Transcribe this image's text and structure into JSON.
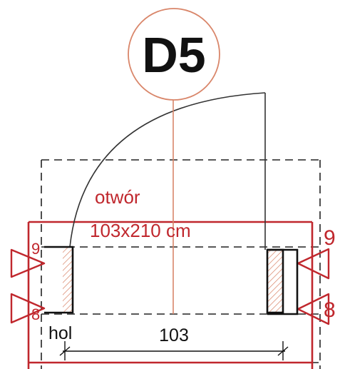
{
  "door": {
    "tag": "D5",
    "opening_label": "otwór",
    "opening_size": "103x210 cm",
    "width_dimension": "103",
    "room_label": "hol",
    "marker_right_top": "9",
    "marker_right_bottom": "8",
    "marker_left_top": "9",
    "marker_left_bottom": "8"
  },
  "colors": {
    "accent_red": "#c0272d",
    "tag_circle": "#d9866a",
    "line_black": "#111111",
    "hatch": "#d9866a"
  }
}
